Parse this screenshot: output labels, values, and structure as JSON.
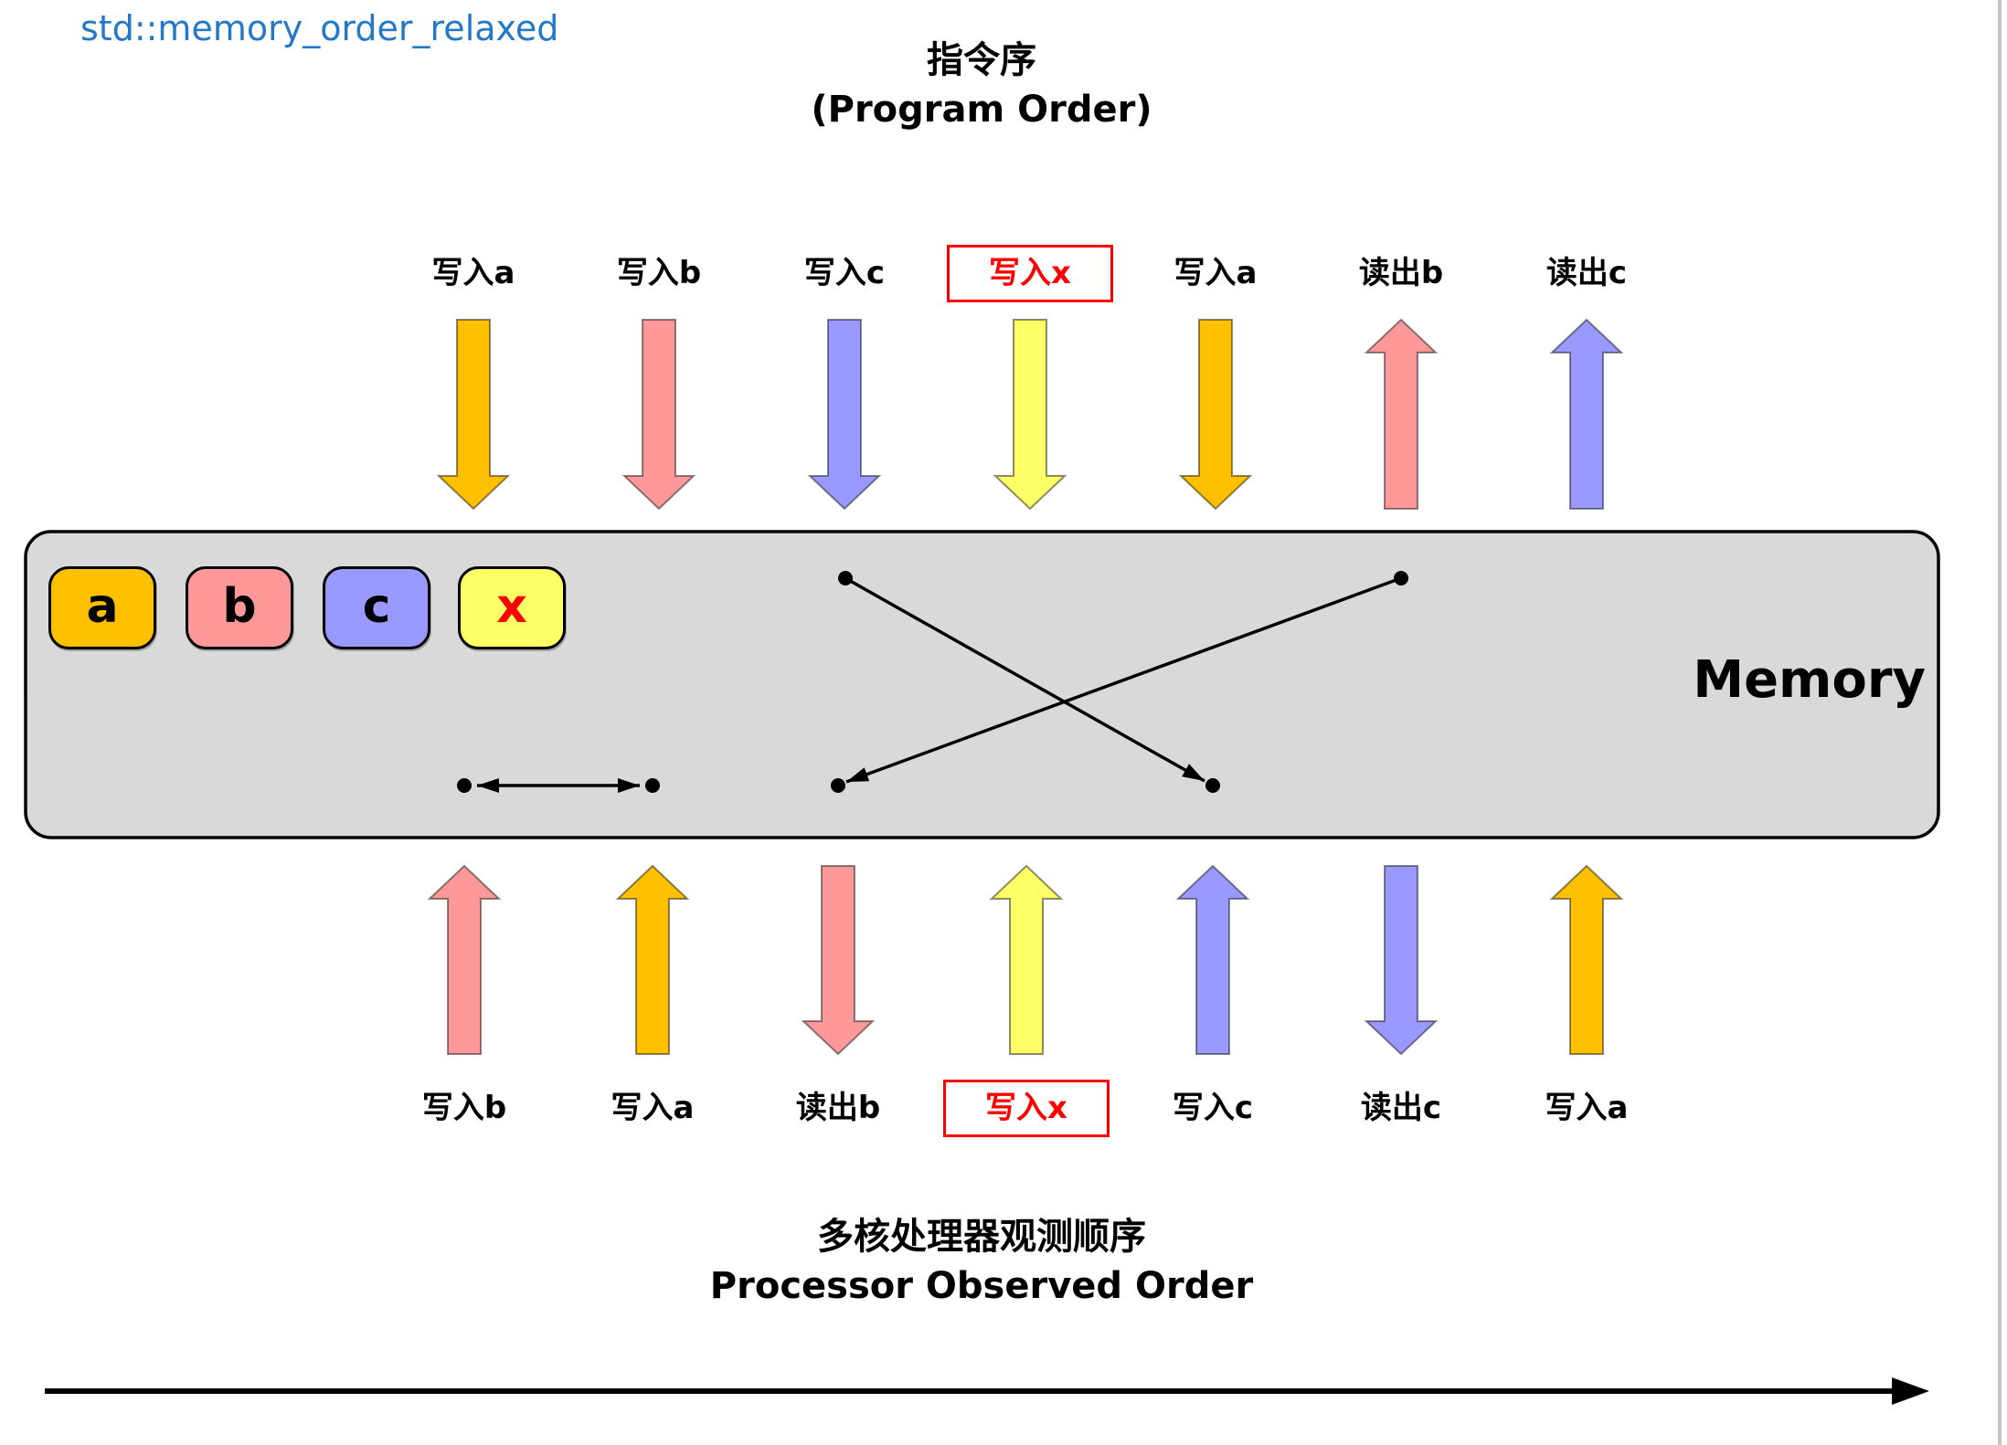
{
  "title": "std::memory_order_relaxed",
  "title_color": "#2378C8",
  "highlight_color": "#FF0000",
  "program_order": {
    "heading_cn": "指令序",
    "heading_en": "(Program Order)",
    "ops": [
      {
        "label": "写入a",
        "var": "a",
        "direction": "down"
      },
      {
        "label": "写入b",
        "var": "b",
        "direction": "down"
      },
      {
        "label": "写入c",
        "var": "c",
        "direction": "down"
      },
      {
        "label": "写入x",
        "var": "x",
        "direction": "down",
        "highlighted": true
      },
      {
        "label": "写入a",
        "var": "a",
        "direction": "down"
      },
      {
        "label": "读出b",
        "var": "b",
        "direction": "up"
      },
      {
        "label": "读出c",
        "var": "c",
        "direction": "up"
      }
    ]
  },
  "memory": {
    "label": "Memory",
    "fill": "#D9D9D9",
    "variables": [
      {
        "name": "a",
        "color": "#FFC000"
      },
      {
        "name": "b",
        "color": "#FF9999"
      },
      {
        "name": "c",
        "color": "#9999FF"
      },
      {
        "name": "x",
        "color": "#FFFF66",
        "text_color": "#FF0000"
      }
    ]
  },
  "observed_order": {
    "heading_cn": "多核处理器观测顺序",
    "heading_en": "Processor Observed Order",
    "ops": [
      {
        "label": "写入b",
        "var": "b",
        "direction": "up"
      },
      {
        "label": "写入a",
        "var": "a",
        "direction": "up"
      },
      {
        "label": "读出b",
        "var": "b",
        "direction": "down"
      },
      {
        "label": "写入x",
        "var": "x",
        "direction": "up",
        "highlighted": true
      },
      {
        "label": "写入c",
        "var": "c",
        "direction": "up"
      },
      {
        "label": "读出c",
        "var": "c",
        "direction": "down"
      },
      {
        "label": "写入a",
        "var": "a",
        "direction": "up"
      }
    ]
  }
}
